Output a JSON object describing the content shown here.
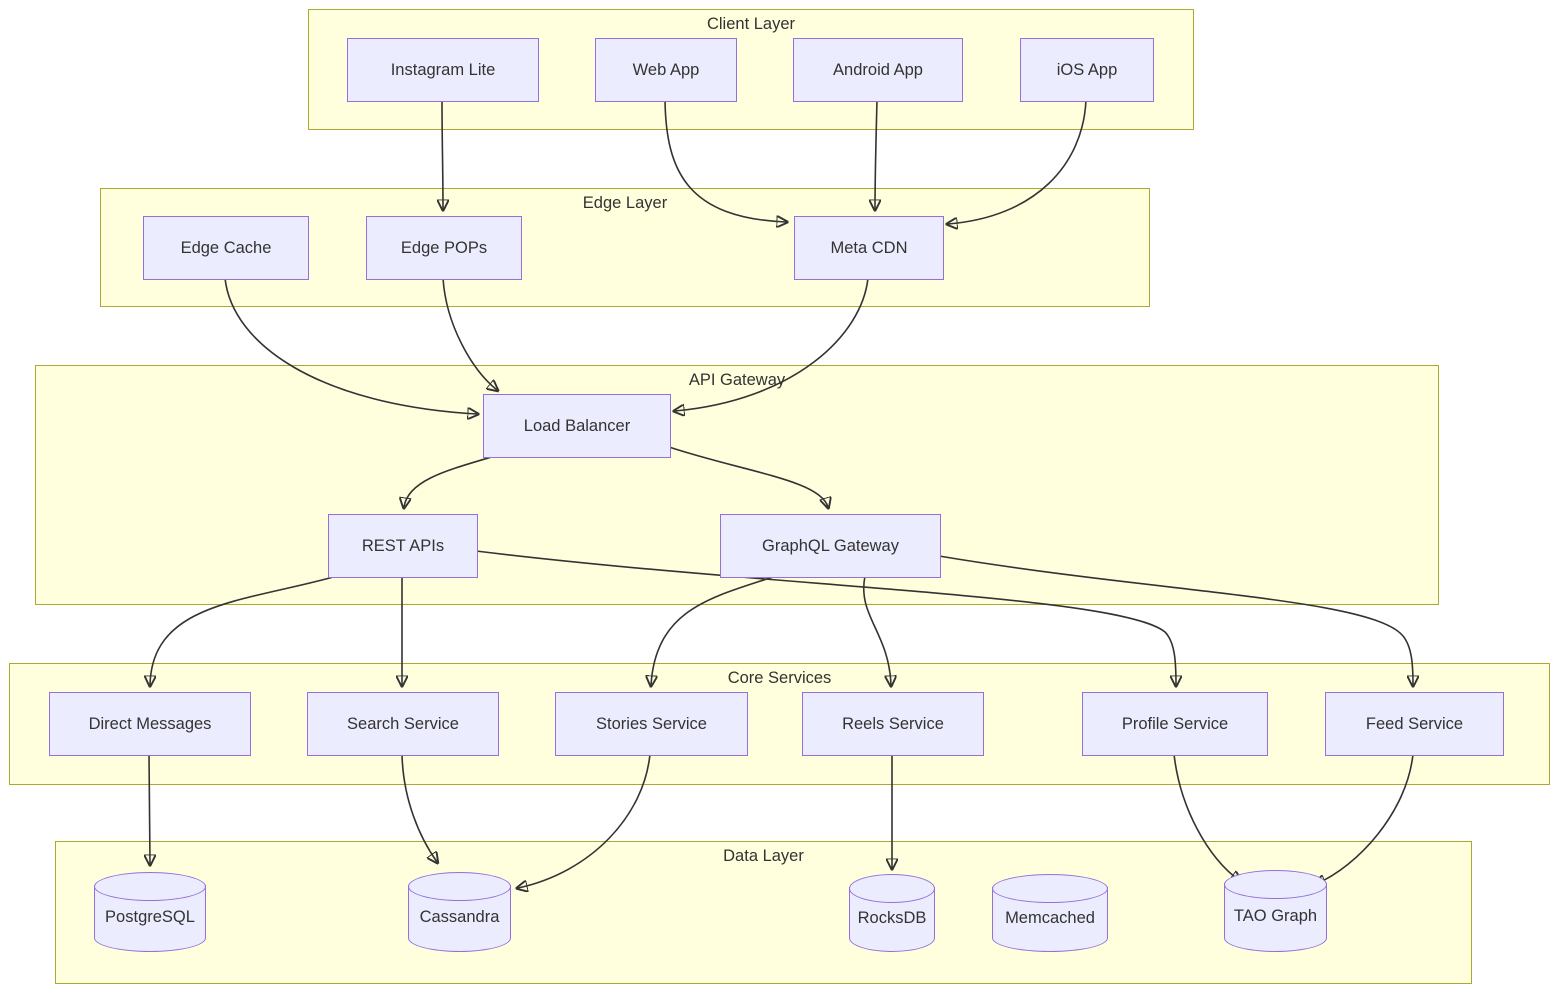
{
  "clusters": {
    "client": {
      "label": "Client Layer"
    },
    "edge": {
      "label": "Edge Layer"
    },
    "api": {
      "label": "API Gateway"
    },
    "core": {
      "label": "Core Services"
    },
    "data": {
      "label": "Data Layer"
    }
  },
  "nodes": {
    "instagram_lite": {
      "label": "Instagram Lite",
      "shape": "rect"
    },
    "web_app": {
      "label": "Web App",
      "shape": "rect"
    },
    "android_app": {
      "label": "Android App",
      "shape": "rect"
    },
    "ios_app": {
      "label": "iOS App",
      "shape": "rect"
    },
    "edge_cache": {
      "label": "Edge Cache",
      "shape": "rect"
    },
    "edge_pops": {
      "label": "Edge POPs",
      "shape": "rect"
    },
    "meta_cdn": {
      "label": "Meta CDN",
      "shape": "rect"
    },
    "load_balancer": {
      "label": "Load Balancer",
      "shape": "rect"
    },
    "rest_apis": {
      "label": "REST APIs",
      "shape": "rect"
    },
    "graphql_gateway": {
      "label": "GraphQL Gateway",
      "shape": "rect"
    },
    "direct_messages": {
      "label": "Direct Messages",
      "shape": "rect"
    },
    "search_service": {
      "label": "Search Service",
      "shape": "rect"
    },
    "stories_service": {
      "label": "Stories Service",
      "shape": "rect"
    },
    "reels_service": {
      "label": "Reels Service",
      "shape": "rect"
    },
    "profile_service": {
      "label": "Profile Service",
      "shape": "rect"
    },
    "feed_service": {
      "label": "Feed Service",
      "shape": "rect"
    },
    "postgresql": {
      "label": "PostgreSQL",
      "shape": "cylinder"
    },
    "cassandra": {
      "label": "Cassandra",
      "shape": "cylinder"
    },
    "rocksdb": {
      "label": "RocksDB",
      "shape": "cylinder"
    },
    "memcached": {
      "label": "Memcached",
      "shape": "cylinder"
    },
    "tao_graph": {
      "label": "TAO Graph",
      "shape": "cylinder"
    }
  },
  "edges": [
    {
      "from": "Instagram Lite",
      "to": "Edge POPs"
    },
    {
      "from": "Web App",
      "to": "Meta CDN"
    },
    {
      "from": "Android App",
      "to": "Meta CDN"
    },
    {
      "from": "iOS App",
      "to": "Meta CDN"
    },
    {
      "from": "Edge Cache",
      "to": "Load Balancer"
    },
    {
      "from": "Edge POPs",
      "to": "Load Balancer"
    },
    {
      "from": "Meta CDN",
      "to": "Load Balancer"
    },
    {
      "from": "Load Balancer",
      "to": "REST APIs"
    },
    {
      "from": "Load Balancer",
      "to": "GraphQL Gateway"
    },
    {
      "from": "REST APIs",
      "to": "Direct Messages"
    },
    {
      "from": "REST APIs",
      "to": "Search Service"
    },
    {
      "from": "REST APIs",
      "to": "Profile Service"
    },
    {
      "from": "GraphQL Gateway",
      "to": "Stories Service"
    },
    {
      "from": "GraphQL Gateway",
      "to": "Reels Service"
    },
    {
      "from": "GraphQL Gateway",
      "to": "Feed Service"
    },
    {
      "from": "Direct Messages",
      "to": "PostgreSQL"
    },
    {
      "from": "Search Service",
      "to": "Cassandra"
    },
    {
      "from": "Stories Service",
      "to": "Cassandra"
    },
    {
      "from": "Reels Service",
      "to": "RocksDB"
    },
    {
      "from": "Profile Service",
      "to": "TAO Graph"
    },
    {
      "from": "Feed Service",
      "to": "TAO Graph"
    }
  ],
  "colors": {
    "node_fill": "#ECECFF",
    "node_border": "#9370DB",
    "cluster_fill": "#FFFFDE",
    "cluster_border": "#AAAA33",
    "edge_stroke": "#333333",
    "text": "#333333"
  }
}
